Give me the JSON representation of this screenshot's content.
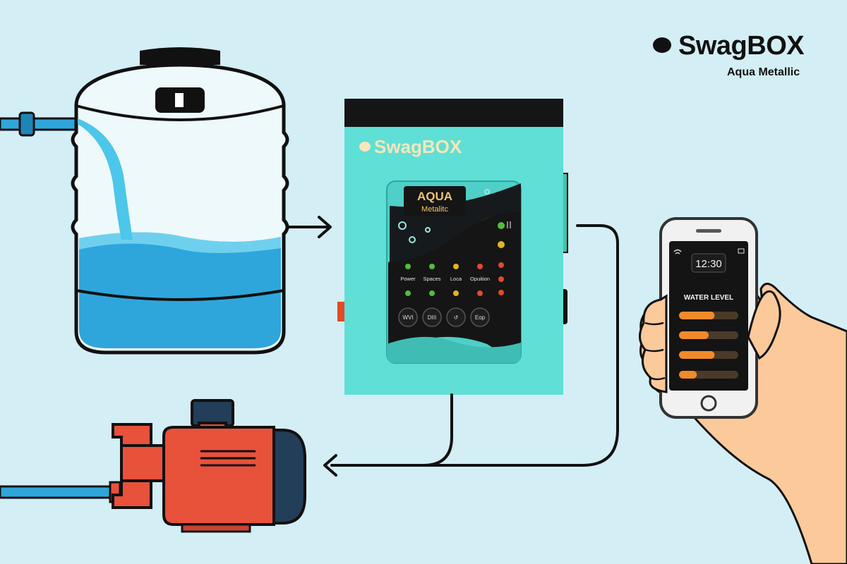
{
  "brand": {
    "name": "SwagBOX",
    "tagline": "Aqua Metallic"
  },
  "controller": {
    "logo": "SwagBOX",
    "display_line1": "AQUA",
    "display_line2": "Metalitc",
    "indicator_labels": [
      "Power",
      "Spaces",
      "Loca",
      "Opuition"
    ],
    "button_labels": [
      "WVI",
      "DIII",
      "↺",
      "Eop"
    ],
    "indicator_colors": [
      "#4fbf3a",
      "#e0b620",
      "#e24a2a"
    ]
  },
  "phone": {
    "time": "12:30",
    "heading": "WATER LEVEL",
    "levels": [
      0.6,
      0.5,
      0.6,
      0.3
    ],
    "bar_color": "#f08a2a"
  },
  "colors": {
    "background": "#d3eef5",
    "water": "#2ea6dc",
    "controller_body": "#5fdfd6",
    "pump": "#e8513a",
    "pump_motor": "#223e58"
  }
}
